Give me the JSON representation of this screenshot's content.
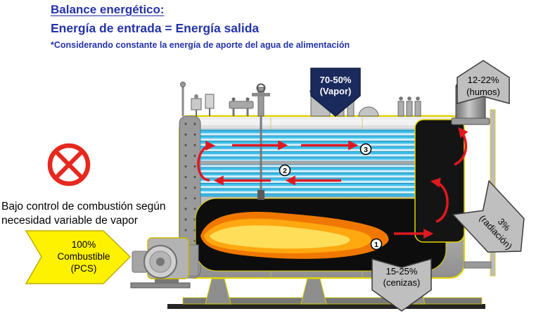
{
  "header": {
    "title": "Balance energético:",
    "subtitle": "Energía de entrada = Energía salida",
    "note": "*Considerando constante la energía de aporte del agua de alimentación"
  },
  "control_note": "Bajo control de combustión según\nnecesidad variable de vapor",
  "arrows": {
    "vapor": {
      "label": "70-50%\n(Vapor)",
      "fill": "#1B2A5C"
    },
    "humos": {
      "label": "12-22%\n(humos)",
      "fill": "#BFBFBF"
    },
    "radiacion": {
      "label": "3%\n(radiación)",
      "fill": "#BFBFBF"
    },
    "cenizas": {
      "label": "15-25%\n(cenizas)",
      "fill": "#BFBFBF"
    },
    "combustible": {
      "label": "100%\nCombustible\n(PCS)",
      "fill": "#FFF200"
    }
  },
  "boiler": {
    "pass_labels": {
      "p1": "1",
      "p2": "2",
      "p3": "3"
    }
  },
  "colors": {
    "title_blue": "#2433A8",
    "prohibition_red": "#E6281E",
    "flow_arrow_red": "#E01820",
    "boiler_outline_yellow": "#E3D400",
    "tube_blue": "#3FBEEA",
    "flame_orange": "#FFA810"
  }
}
